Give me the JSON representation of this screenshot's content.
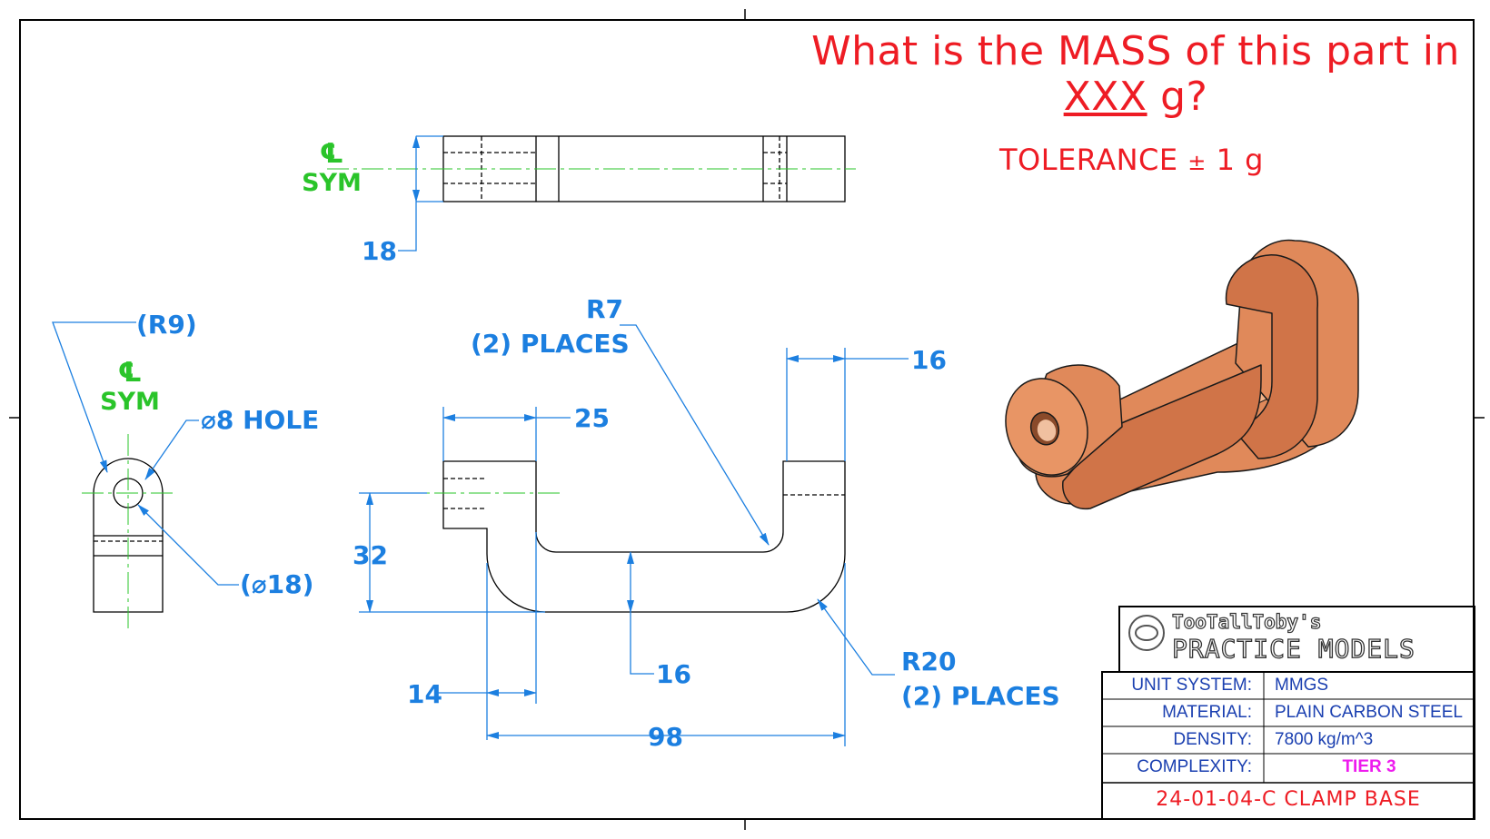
{
  "question": {
    "line1": "What is the MASS of this part in",
    "line2_underlined": "XXX",
    "line2_rest": " g?",
    "tolerance_label": "TOLERANCE",
    "tolerance_symbol": "±",
    "tolerance_value": "1 g"
  },
  "views": {
    "top_view": {
      "centerline_mark": "℄",
      "centerline_text": "SYM",
      "dim_thickness": "18"
    },
    "side_view": {
      "centerline_mark": "℄",
      "centerline_text": "SYM",
      "dim_radius": "(R9)",
      "dim_hole": "⌀8 HOLE",
      "dim_diameter": "(⌀18)"
    },
    "front_view": {
      "dim_r7": "R7",
      "dim_r7_note": "(2) PLACES",
      "dim_16_top": "16",
      "dim_25": "25",
      "dim_32": "32",
      "dim_16_bottom": "16",
      "dim_14": "14",
      "dim_98": "98",
      "dim_r20": "R20",
      "dim_r20_note": "(2) PLACES"
    }
  },
  "title_block": {
    "logo_top": "TooTallToby's",
    "logo_bottom": "PRACTICE MODELS",
    "rows": [
      {
        "label": "UNIT SYSTEM:",
        "value": "MMGS"
      },
      {
        "label": "MATERIAL:",
        "value": "PLAIN CARBON STEEL"
      },
      {
        "label": "DENSITY:",
        "value": "7800 kg/m^3"
      },
      {
        "label": "COMPLEXITY:",
        "value": "TIER 3"
      }
    ],
    "part_name": "24-01-04-C CLAMP BASE"
  },
  "colors": {
    "question_red": "#ee1c24",
    "dimension_blue": "#1c7fe0",
    "centerline_green": "#2ac42a",
    "tier_magenta": "#ee1cee",
    "part_copper": "#e0895a"
  }
}
